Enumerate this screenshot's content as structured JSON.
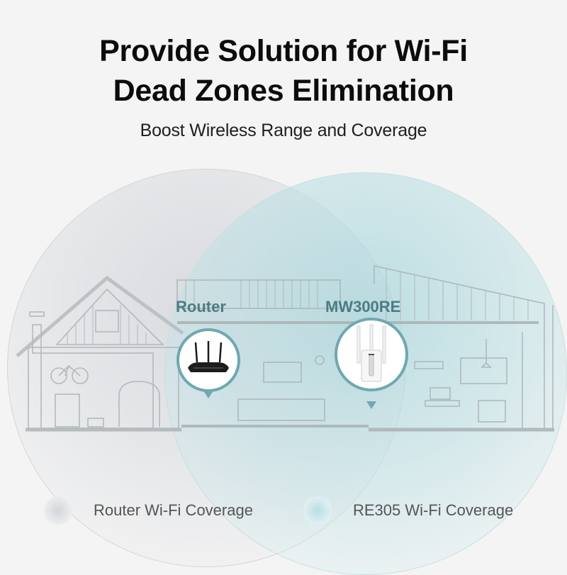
{
  "header": {
    "title_line1": "Provide Solution for Wi-Fi",
    "title_line2": "Dead Zones Elimination",
    "subtitle": "Boost Wireless Range and Coverage"
  },
  "scene": {
    "router_label": "Router",
    "extender_label": "MW300RE",
    "router_icon": "wifi-router-icon",
    "extender_icon": "range-extender-icon"
  },
  "legend": [
    {
      "label": "Router Wi-Fi Coverage",
      "color": "#d5d7db"
    },
    {
      "label": "RE305 Wi-Fi Coverage",
      "color": "#b9dfe4"
    }
  ],
  "colors": {
    "background": "#f4f4f4",
    "accent_teal": "#6fa8b0",
    "label_teal": "#4d7b83",
    "title": "#0c0c0c"
  }
}
